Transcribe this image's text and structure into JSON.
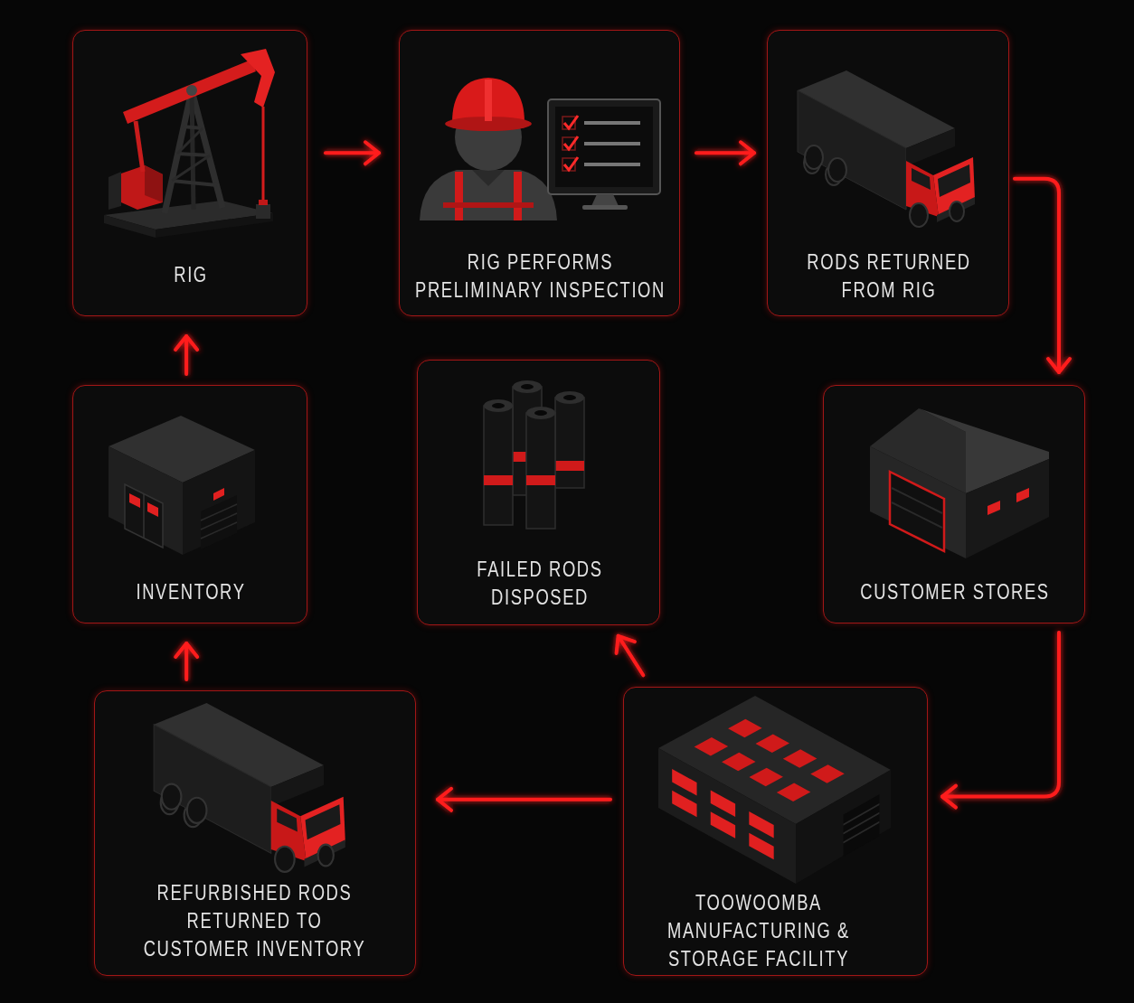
{
  "diagram": {
    "nodes": [
      {
        "text": [
          "RIG"
        ]
      },
      {
        "text": [
          "RIG PERFORMS PRELIMINARY INSPECTION"
        ]
      },
      {
        "text": [
          "RODS RETURNED FROM RIG"
        ]
      },
      {
        "text": [
          "INVENTORY"
        ]
      },
      {
        "text": [
          "FAILED RODS DISPOSED"
        ]
      },
      {
        "text": [
          "CUSTOMER STORES"
        ]
      },
      {
        "text": [
          "REFURBISHED RODS RETURNED TO CUSTOMER INVENTORY"
        ]
      },
      {
        "text": [
          "TOOWOOMBA MANUFACTURING & STORAGE FACILITY"
        ]
      }
    ],
    "edges": [
      {
        "from": 0,
        "to": 1,
        "arrow": "to"
      },
      {
        "from": 1,
        "to": 2,
        "arrow": "to"
      },
      {
        "from": 2,
        "to": 5,
        "arrow": "to"
      },
      {
        "from": 5,
        "to": 7,
        "arrow": "to"
      },
      {
        "from": 7,
        "to": 4,
        "arrow": "to"
      },
      {
        "from": 7,
        "to": 6,
        "arrow": "to"
      },
      {
        "from": 6,
        "to": 3,
        "arrow": "to"
      },
      {
        "from": 3,
        "to": 0,
        "arrow": "to"
      }
    ]
  }
}
